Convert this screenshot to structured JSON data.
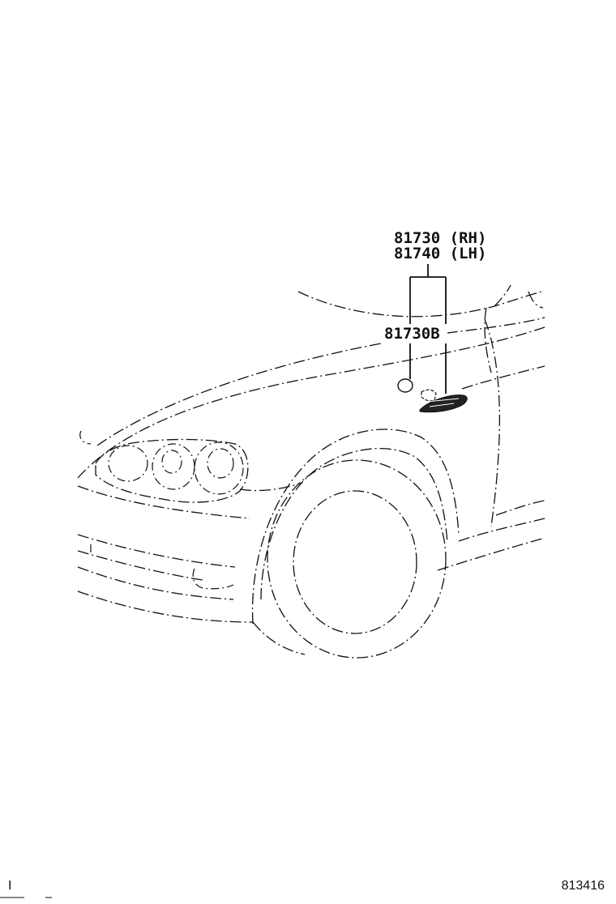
{
  "diagram": {
    "labels": {
      "assembly_rh": "81730 (RH)",
      "assembly_lh": "81740 (LH)",
      "bulb": "81730B"
    },
    "footer": {
      "left_mark": "I",
      "figure_number": "813416"
    },
    "line_color": "#111111",
    "background_color": "#ffffff"
  }
}
